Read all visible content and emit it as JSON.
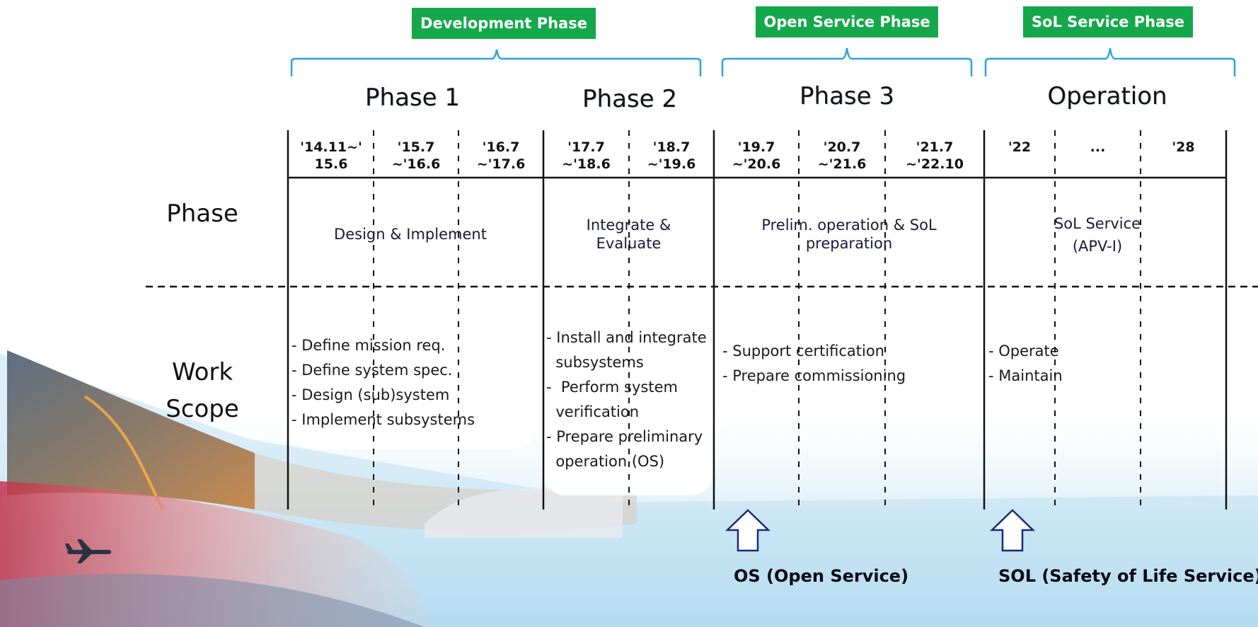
{
  "phase_groups": [
    {
      "label": "Development Phase"
    },
    {
      "label": "Open Service Phase"
    },
    {
      "label": "SoL  Service Phase"
    }
  ],
  "phase_titles": [
    "Phase 1",
    "Phase 2",
    "Phase 3",
    "Operation"
  ],
  "periods": [
    {
      "line1": "'14.11~'",
      "line2": "15.6"
    },
    {
      "line1": "'15.7",
      "line2": "~'16.6"
    },
    {
      "line1": "'16.7",
      "line2": "~'17.6"
    },
    {
      "line1": "'17.7",
      "line2": "~'18.6"
    },
    {
      "line1": "'18.7",
      "line2": "~'19.6"
    },
    {
      "line1": "'19.7",
      "line2": "~'20.6"
    },
    {
      "line1": "'20.7",
      "line2": "~'21.6"
    },
    {
      "line1": "'21.7",
      "line2": "~'22.10"
    },
    {
      "line1": "'22",
      "line2": ""
    },
    {
      "line1": "...",
      "line2": ""
    },
    {
      "line1": "'28",
      "line2": ""
    }
  ],
  "row_labels": {
    "phase": "Phase",
    "work_line1": "Work",
    "work_line2": "Scope"
  },
  "stages": [
    {
      "line1": "Design & Implement",
      "line2": ""
    },
    {
      "line1": "Integrate &",
      "line2": "Evaluate"
    },
    {
      "line1": "Prelim. operation & SoL",
      "line2": "preparation"
    },
    {
      "line1": "SoL Service",
      "line2": "(APV-I)"
    }
  ],
  "work_scope": {
    "phase1": [
      "- Define mission req.",
      "- Define system spec.",
      "- Design (sub)system",
      "- Implement subsystems"
    ],
    "phase2": [
      "- Install and integrate",
      "  subsystems",
      "-  Perform system",
      "  verification",
      "- Prepare preliminary",
      "  operation (OS)"
    ],
    "phase3": [
      "- Support certification",
      "- Prepare commissioning"
    ],
    "operation": [
      "- Operate",
      "- Maintain"
    ]
  },
  "milestones": [
    {
      "label": "OS (Open Service)"
    },
    {
      "label": "SOL (Safety of Life Service)"
    }
  ],
  "colors": {
    "phase_box": "#14a84a",
    "bracket": "#29a3e0",
    "arrow_stroke": "#1a2a7a",
    "background_sky": "#b9def0"
  }
}
